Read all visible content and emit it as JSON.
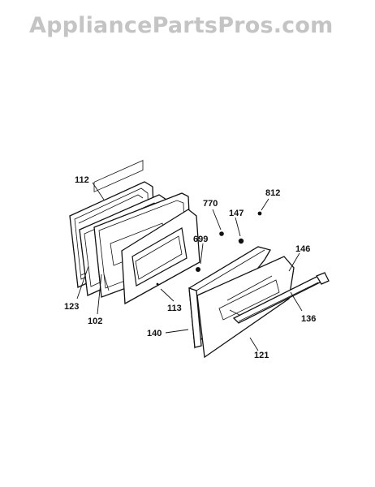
{
  "watermark": "AppliancePartsPros.com",
  "colors": {
    "ink": "#111111",
    "watermark": "#c4c4c4"
  },
  "labels": {
    "p112": "112",
    "p123": "123",
    "p102": "102",
    "p113": "113",
    "p699": "699",
    "p770": "770",
    "p147": "147",
    "p812": "812",
    "p146": "146",
    "p136": "136",
    "p140": "140",
    "p121": "121"
  }
}
